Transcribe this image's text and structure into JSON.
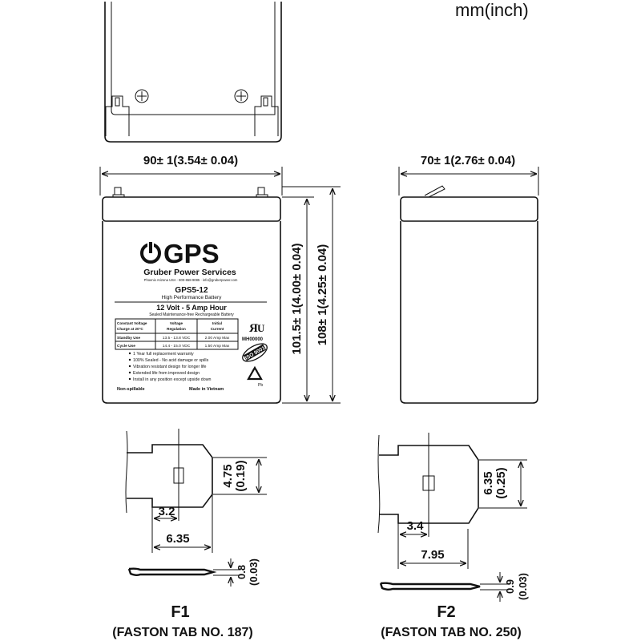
{
  "units_label": "mm(inch)",
  "dimensions": {
    "width": "90± 1(3.54± 0.04)",
    "depth": "70± 1(2.76± 0.04)",
    "height_case": "101.5± 1(4.00± 0.04)",
    "height_total": "108± 1(4.25± 0.04)"
  },
  "battery_label": {
    "brand": "GPS",
    "company": "Gruber Power Services",
    "contact": "Phoenix Arizona USA  ·  800-658-9085  ·  info@gruberpower.com",
    "model": "GPS5-12",
    "subtitle": "High Performance Battery",
    "rating": "12 Volt  -  5 Amp Hour",
    "rating_sub": "Sealed Maintenance-free Rechargeable Battery",
    "table_headers": [
      "Constant Voltage Charge at 20°C",
      "Voltage Regulation",
      "Initial Current"
    ],
    "table_rows": [
      [
        "Standby Use",
        "13.5 - 13.8 VDC",
        "2.00 Amp Max"
      ],
      [
        "Cycle Use",
        "14.4 - 15.0 VDC",
        "1.50 Amp Max"
      ]
    ],
    "cert_code": "MH00000",
    "iso_text": "ISO 9001",
    "features": [
      "1 Year full replacement warranty",
      "100% Sealed - No acid damage or spills",
      "Vibration resistant design for longer life",
      "Extended life from improved design",
      "Install in any position except upside down"
    ],
    "non_spillable": "Non-spillable",
    "made_in": "Made in Vietnam",
    "pb_label": "Pb"
  },
  "terminal_f1": {
    "name": "F1",
    "caption": "(FASTON TAB NO. 187)",
    "tab_height": "4.75",
    "tab_height_in": "(0.19)",
    "hole_offset": "3.2",
    "tab_length": "6.35",
    "thickness": "0.8",
    "thickness_in": "(0.03)"
  },
  "terminal_f2": {
    "name": "F2",
    "caption": "(FASTON TAB NO. 250)",
    "tab_height": "6.35",
    "tab_height_in": "(0.25)",
    "hole_offset": "3.4",
    "tab_length": "7.95",
    "thickness": "0.9",
    "thickness_in": "(0.03)"
  }
}
